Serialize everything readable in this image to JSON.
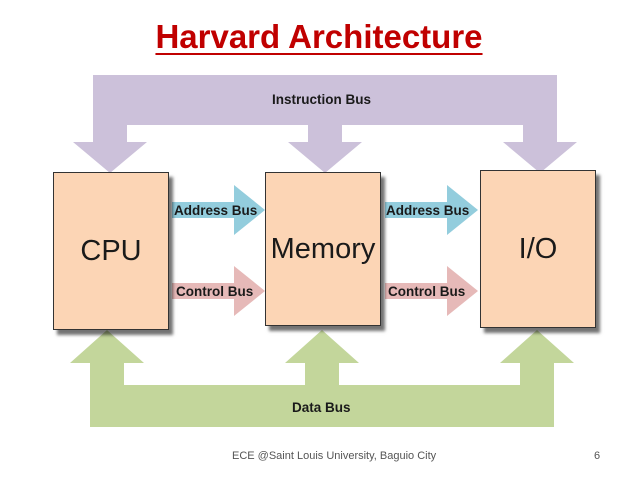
{
  "title": "Harvard Architecture",
  "components": {
    "cpu": "CPU",
    "memory": "Memory",
    "io": "I/O"
  },
  "buses": {
    "instruction": "Instruction Bus",
    "address_left": "Address Bus",
    "address_right": "Address Bus",
    "control_left": "Control Bus",
    "control_right": "Control Bus",
    "data": "Data Bus"
  },
  "footer": {
    "source": "ECE @Saint Louis University, Baguio City",
    "page_number": "6"
  },
  "colors": {
    "title": "#c00000",
    "box_fill": "#fcd5b5",
    "instruction_bus": "#ccc1da",
    "data_bus": "#c3d69b",
    "address_bus": "#93cddd",
    "control_bus": "#e6b9b8"
  }
}
